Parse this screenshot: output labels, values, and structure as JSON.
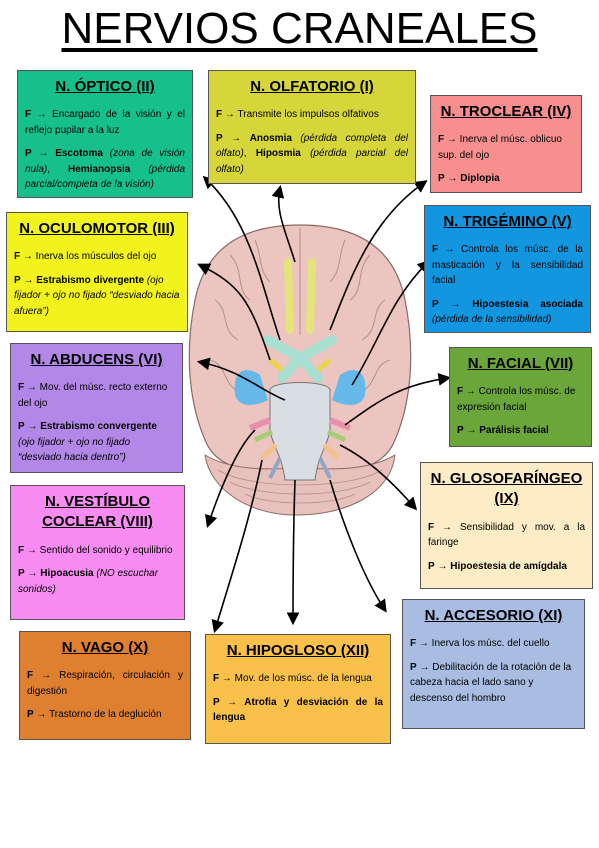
{
  "title": "NERVIOS CRANEALES",
  "nerves": {
    "optico": {
      "name": "N. ÓPTICO (II)",
      "f_label": "F",
      "f_text": "Encargado de la visión y el reflejo pupilar a la luz",
      "p_label": "P",
      "p_term1": "Escotoma",
      "p_note1": "(zona de visión nula)",
      "p_sep": ",",
      "p_term2": "Hemianopsia",
      "p_note2": "(pérdida parcial/completa de la visión)"
    },
    "olfatorio": {
      "name": "N. OLFATORIO (I)",
      "f_label": "F",
      "f_text": "Transmite los impulsos olfativos",
      "p_label": "P",
      "p_term1": "Anosmia",
      "p_note1": "(pérdida completa del olfato)",
      "p_term2": "Hiposmia",
      "p_note2": "(pérdida parcial del olfato)"
    },
    "troclear": {
      "name": "N. TROCLEAR (IV)",
      "f_label": "F",
      "f_text": "Inerva el músc. oblicuo sup. del ojo",
      "p_label": "P",
      "p_term1": "Diplopia"
    },
    "oculomotor": {
      "name": "N. OCULOMOTOR (III)",
      "f_label": "F",
      "f_text": "Inerva los músculos del ojo",
      "p_label": "P",
      "p_term1": "Estrabismo divergente",
      "p_note1": "(ojo fijador + ojo no fijado “desviado hacia afuera”)"
    },
    "trigemino": {
      "name": "N. TRIGÉMINO (V)",
      "f_label": "F",
      "f_text": "Controla los músc. de la masticación y la sensibilidad facial",
      "p_label": "P",
      "p_term1": "Hipoestesia asociada",
      "p_note1": "(pérdida de la sensibilidad)"
    },
    "abducens": {
      "name": "N. ABDUCENS (VI)",
      "f_label": "F",
      "f_text": "Mov. del músc. recto externo del ojo",
      "p_label": "P",
      "p_term1": "Estrabismo convergente",
      "p_note1": "(ojo fijador + ojo no fijado “desviado hacia dentro”)"
    },
    "facial": {
      "name": "N. FACIAL (VII)",
      "f_label": "F",
      "f_text": "Controla los músc. de expresión facial",
      "p_label": "P",
      "p_term1": "Parálisis facial"
    },
    "vestibulo": {
      "name": "N. VESTÍBULO COCLEAR (VIII)",
      "f_label": "F",
      "f_text": "Sentido del sonido y equilibrio",
      "p_label": "P",
      "p_term1": "Hipoacusia",
      "p_note1": "(NO escuchar sonidos)"
    },
    "glosofaringeo": {
      "name": "N. GLOSOFARÍNGEO (IX)",
      "f_label": "F",
      "f_text": "Sensibilidad y mov. a la faringe",
      "p_label": "P",
      "p_term1": "Hipoestesia de amígdala"
    },
    "accesorio": {
      "name": "N. ACCESORIO (XI)",
      "f_label": "F",
      "f_text": "Inerva los músc. del cuello",
      "p_label": "P",
      "p_text": "Debilitación de la rotación de la cabeza hacia el lado sano y descenso del hombro"
    },
    "vago": {
      "name": "N. VAGO (X)",
      "f_label": "F",
      "f_text": "Respiración, circulación y digestión",
      "p_label": "P",
      "p_text": "Trastorno de la deglución"
    },
    "hipogloso": {
      "name": "N. HIPOGLOSO (XII)",
      "f_label": "F",
      "f_text": "Mov. de los músc. de la lengua",
      "p_label": "P",
      "p_term1": "Atrofia y desviación de la lengua"
    }
  },
  "colors": {
    "optico": "#16c08a",
    "olfatorio": "#d6d63a",
    "troclear": "#f78f8f",
    "oculomotor": "#f2f21c",
    "trigemino": "#1296e0",
    "abducens": "#b387e8",
    "facial": "#6ba63a",
    "vestibulo": "#f88cf2",
    "glosofaringeo": "#fdecc6",
    "accesorio": "#a9bde2",
    "vago": "#df8030",
    "hipogloso": "#f9c04a"
  }
}
